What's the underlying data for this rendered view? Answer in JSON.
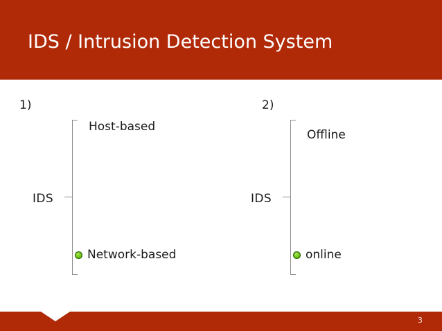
{
  "slide": {
    "title": "IDS / Intrusion Detection System",
    "page_number": "3",
    "colors": {
      "header_red": "#b02a08",
      "footer_red": "#b02a08",
      "title_text": "#ffffff",
      "body_background": "#ffffff",
      "body_text": "#1a1a1a",
      "brace_line": "#8c8c8c",
      "bullet_green": "#76cc1f",
      "bullet_outline": "#2f6b08",
      "page_number_text": "#f5d9cf"
    }
  },
  "diagrams": [
    {
      "index_label": "1)",
      "root_label": "IDS",
      "branches": [
        {
          "label": "Host-based",
          "has_bullet": false
        },
        {
          "label": "Network-based",
          "has_bullet": true
        }
      ]
    },
    {
      "index_label": "2)",
      "root_label": "IDS",
      "branches": [
        {
          "label": "Offline",
          "has_bullet": false
        },
        {
          "label": "online",
          "has_bullet": true
        }
      ]
    }
  ]
}
